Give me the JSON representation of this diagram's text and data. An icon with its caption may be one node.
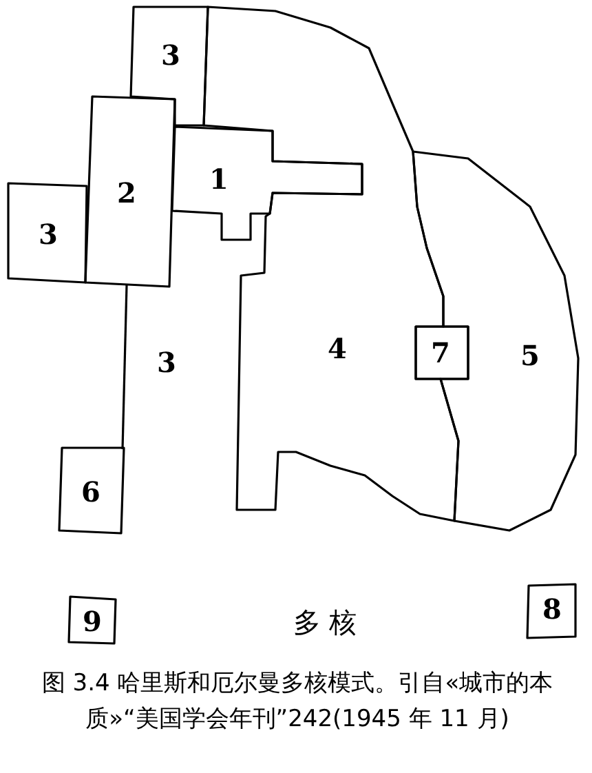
{
  "diagram": {
    "caption": "图 3.4 哈里斯和厄尔曼多核模式。引自«城市的本质»“美国学会年刊”242(1945 年 11 月)",
    "nodes": [
      {
        "text": [
          "3"
        ]
      },
      {
        "text": [
          "1"
        ]
      },
      {
        "text": [
          "2"
        ]
      },
      {
        "text": [
          "3"
        ]
      },
      {
        "text": [
          "4"
        ]
      },
      {
        "text": [
          "7"
        ]
      },
      {
        "text": [
          "5"
        ]
      },
      {
        "text": [
          "3"
        ]
      },
      {
        "text": [
          "6"
        ]
      },
      {
        "text": [
          "9"
        ]
      },
      {
        "text": [
          "8"
        ]
      }
    ],
    "edges": [
      {
        "from": 2,
        "to": 8,
        "arrow": "none"
      }
    ],
    "labels": [
      "多 核"
    ]
  }
}
